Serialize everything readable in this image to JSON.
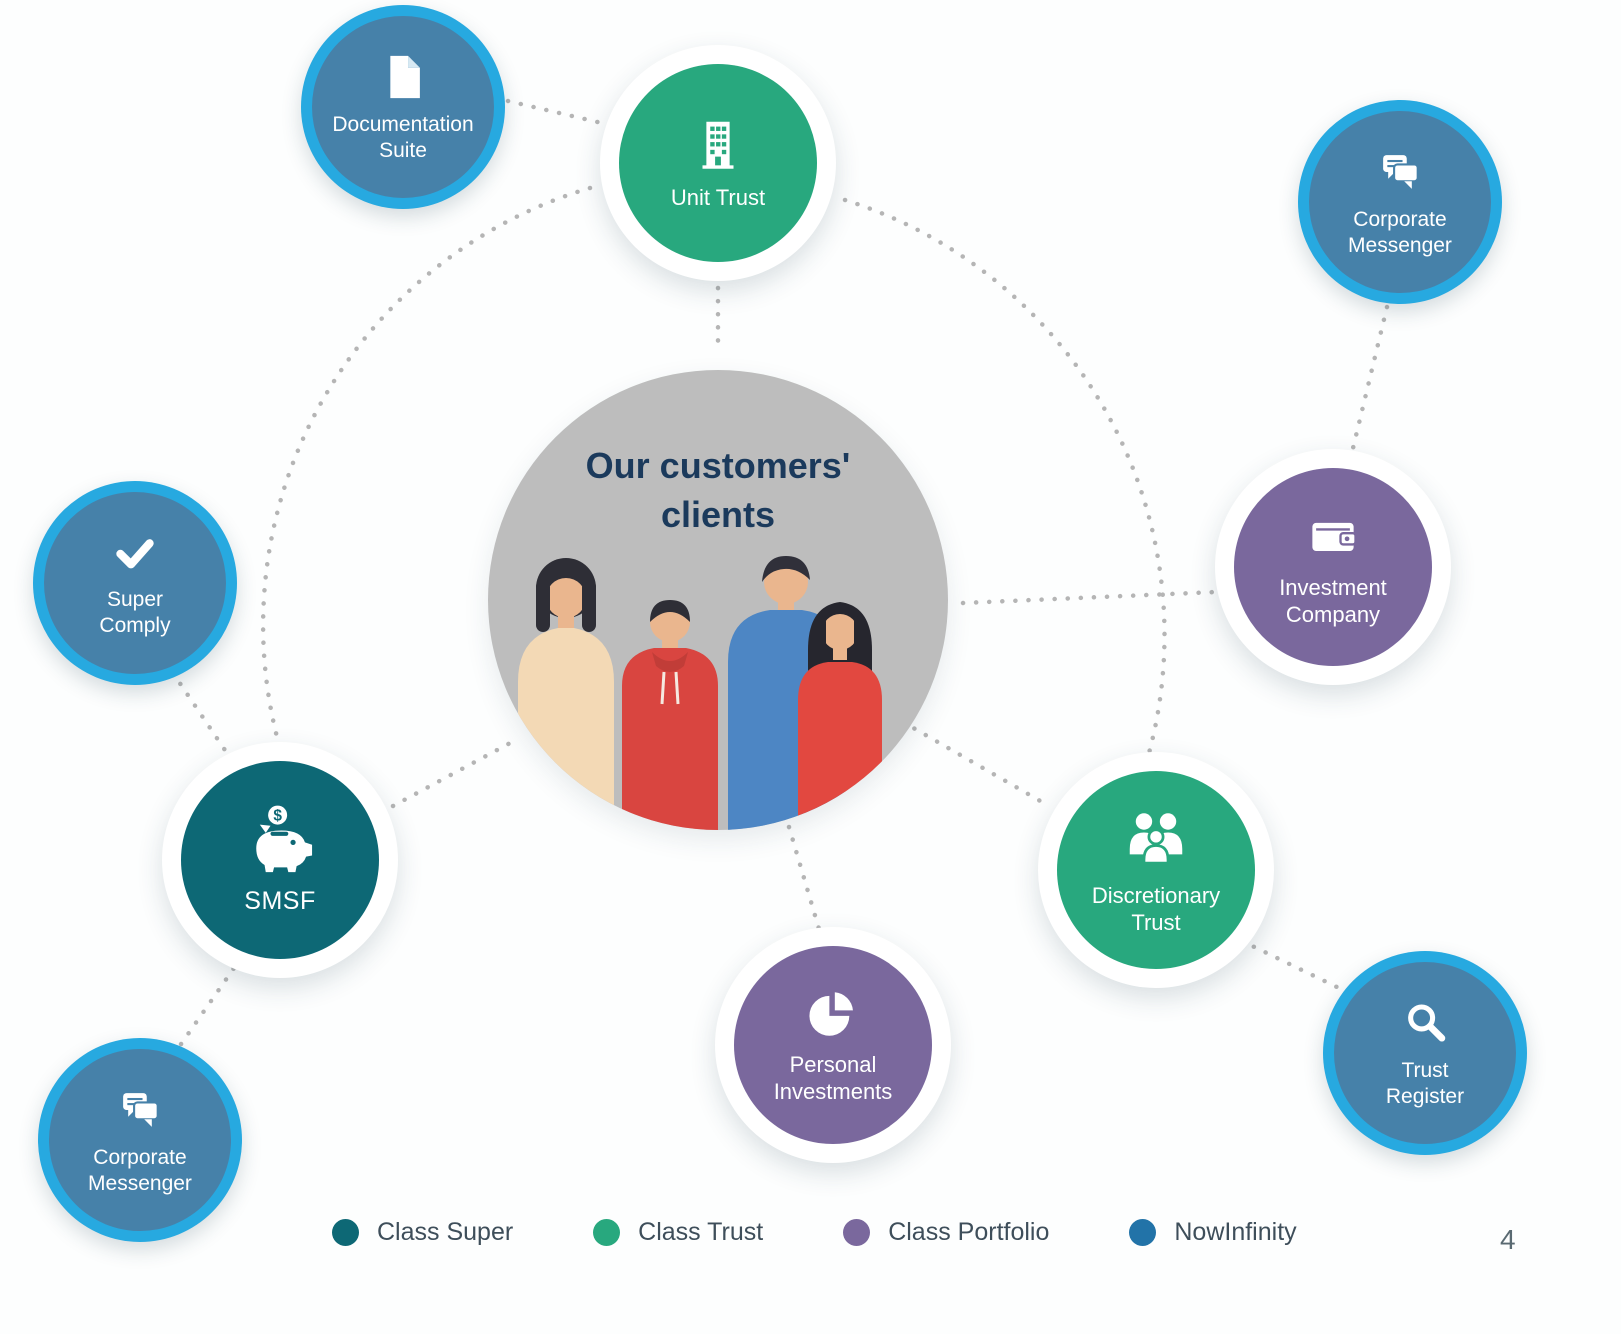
{
  "page": {
    "number": "4"
  },
  "center": {
    "title": "Our customers'\nclients"
  },
  "nodes": {
    "documentation_suite": {
      "label": "Documentation\nSuite",
      "product": "NowInfinity",
      "icon": "document-icon"
    },
    "unit_trust": {
      "label": "Unit Trust",
      "product": "Class Trust",
      "icon": "building-icon"
    },
    "corporate_messenger_top": {
      "label": "Corporate\nMessenger",
      "product": "NowInfinity",
      "icon": "chat-icon"
    },
    "super_comply": {
      "label": "Super\nComply",
      "product": "NowInfinity",
      "icon": "check-icon"
    },
    "investment_company": {
      "label": "Investment\nCompany",
      "product": "Class Portfolio",
      "icon": "wallet-icon"
    },
    "smsf": {
      "label": "SMSF",
      "product": "Class Super",
      "icon": "piggy-bank-icon"
    },
    "discretionary_trust": {
      "label": "Discretionary\nTrust",
      "product": "Class Trust",
      "icon": "family-icon"
    },
    "corporate_messenger_bottom": {
      "label": "Corporate\nMessenger",
      "product": "NowInfinity",
      "icon": "chat-icon"
    },
    "personal_investments": {
      "label": "Personal\nInvestments",
      "product": "Class Portfolio",
      "icon": "pie-chart-icon"
    },
    "trust_register": {
      "label": "Trust\nRegister",
      "product": "NowInfinity",
      "icon": "magnifier-icon"
    }
  },
  "connections": [
    {
      "from": "documentation_suite",
      "to": "unit_trust"
    },
    {
      "from": "unit_trust",
      "to": "center"
    },
    {
      "from": "unit_trust",
      "to": "smsf"
    },
    {
      "from": "unit_trust",
      "to": "discretionary_trust"
    },
    {
      "from": "corporate_messenger_top",
      "to": "investment_company"
    },
    {
      "from": "investment_company",
      "to": "center"
    },
    {
      "from": "super_comply",
      "to": "smsf"
    },
    {
      "from": "smsf",
      "to": "center"
    },
    {
      "from": "smsf",
      "to": "corporate_messenger_bottom"
    },
    {
      "from": "center",
      "to": "personal_investments"
    },
    {
      "from": "center",
      "to": "discretionary_trust"
    },
    {
      "from": "discretionary_trust",
      "to": "trust_register"
    }
  ],
  "legend": {
    "items": [
      {
        "label": "Class Super",
        "color": "#0d6875"
      },
      {
        "label": "Class Trust",
        "color": "#28a87e"
      },
      {
        "label": "Class Portfolio",
        "color": "#7a689d"
      },
      {
        "label": "NowInfinity",
        "color": "#2273a8"
      }
    ]
  },
  "colors": {
    "class_super": "#0d6875",
    "class_trust": "#28a87e",
    "class_portfolio": "#7a689d",
    "nowinfinity_fill": "#4681a9",
    "nowinfinity_ring": "#27a9e0",
    "connector": "#b5b5b5",
    "center_bg": "#bdbdbd",
    "title": "#1b3a5c"
  }
}
